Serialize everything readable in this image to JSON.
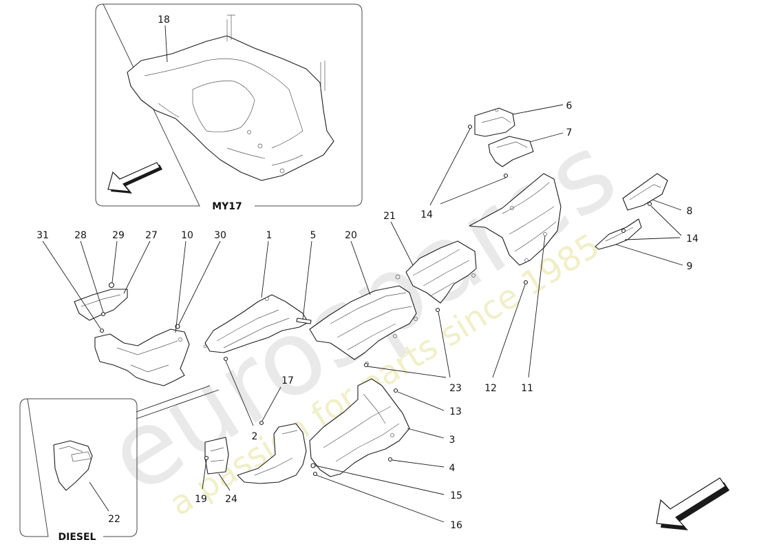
{
  "watermark": {
    "brand": "eurospares",
    "tagline": "a passion for parts since 1985"
  },
  "insets": {
    "top": {
      "label": "MY17"
    },
    "bottom": {
      "label": "DIESEL"
    }
  },
  "callouts": {
    "c1": "1",
    "c2": "2",
    "c3": "3",
    "c4": "4",
    "c5": "5",
    "c6": "6",
    "c7": "7",
    "c8": "8",
    "c9": "9",
    "c10": "10",
    "c11": "11",
    "c12": "12",
    "c13": "13",
    "c14a": "14",
    "c14b": "14",
    "c15": "15",
    "c16": "16",
    "c17": "17",
    "c18": "18",
    "c19": "19",
    "c20": "20",
    "c21": "21",
    "c22": "22",
    "c23": "23",
    "c24": "24",
    "c27": "27",
    "c28": "28",
    "c29": "29",
    "c30": "30",
    "c31": "31"
  }
}
